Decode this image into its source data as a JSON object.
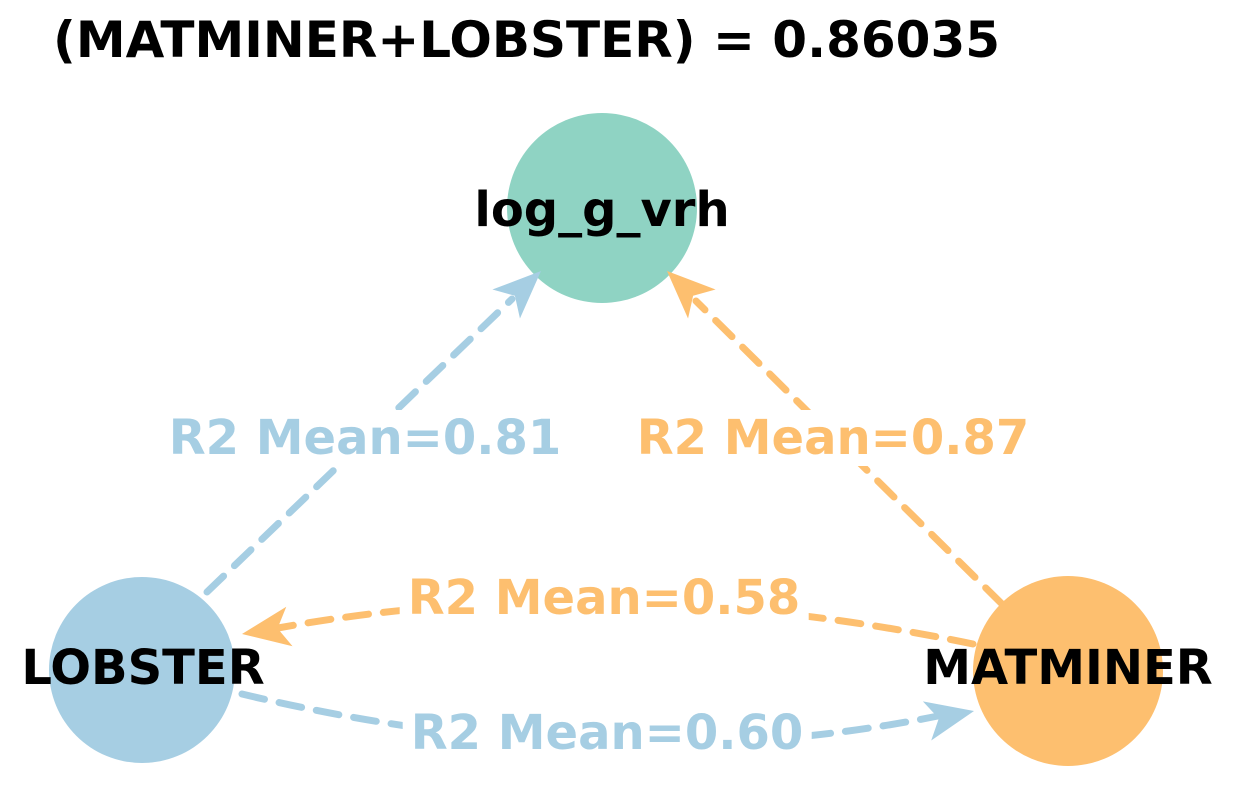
{
  "title": "(MATMINER+LOBSTER) = 0.86035",
  "combined_r2": 0.86035,
  "colors": {
    "background": "#ffffff",
    "text": "#000000",
    "node_target": "#8fd3c3",
    "node_lobster": "#a6cee3",
    "node_matminer": "#fdbf6f",
    "edge_blue": "#a6cee3",
    "edge_orange": "#fdbf6f"
  },
  "graph": {
    "nodes": [
      {
        "id": "log_g_vrh",
        "label": "log_g_vrh",
        "color": "#8fd3c3"
      },
      {
        "id": "LOBSTER",
        "label": "LOBSTER",
        "color": "#a6cee3"
      },
      {
        "id": "MATMINER",
        "label": "MATMINER",
        "color": "#fdbf6f"
      }
    ],
    "edges": [
      {
        "from": "LOBSTER",
        "to": "log_g_vrh",
        "label": "R2 Mean=0.81",
        "r2_mean": 0.81,
        "color": "#a6cee3"
      },
      {
        "from": "MATMINER",
        "to": "log_g_vrh",
        "label": "R2 Mean=0.87",
        "r2_mean": 0.87,
        "color": "#fdbf6f"
      },
      {
        "from": "MATMINER",
        "to": "LOBSTER",
        "label": "R2 Mean=0.58",
        "r2_mean": 0.58,
        "color": "#fdbf6f"
      },
      {
        "from": "LOBSTER",
        "to": "MATMINER",
        "label": "R2 Mean=0.60",
        "r2_mean": 0.6,
        "color": "#a6cee3"
      }
    ]
  }
}
